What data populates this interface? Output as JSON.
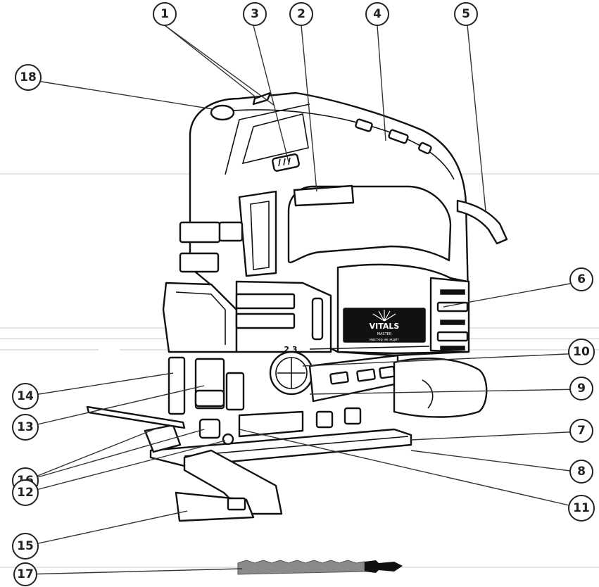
{
  "diagram": {
    "callouts": [
      {
        "id": "c1",
        "label": "1"
      },
      {
        "id": "c2",
        "label": "2"
      },
      {
        "id": "c3",
        "label": "3"
      },
      {
        "id": "c4",
        "label": "4"
      },
      {
        "id": "c5",
        "label": "5"
      },
      {
        "id": "c6",
        "label": "6"
      },
      {
        "id": "c7",
        "label": "7"
      },
      {
        "id": "c8",
        "label": "8"
      },
      {
        "id": "c9",
        "label": "9"
      },
      {
        "id": "c10",
        "label": "10"
      },
      {
        "id": "c11",
        "label": "11"
      },
      {
        "id": "c12",
        "label": "12"
      },
      {
        "id": "c13",
        "label": "13"
      },
      {
        "id": "c14",
        "label": "14"
      },
      {
        "id": "c15",
        "label": "15"
      },
      {
        "id": "c16",
        "label": "16"
      },
      {
        "id": "c17",
        "label": "17"
      },
      {
        "id": "c18",
        "label": "18"
      }
    ],
    "speed_dial_marks": "2 3",
    "brand_badge": {
      "brand": "VITALS",
      "sub": "MASTER",
      "footer": "мастер не ждёт"
    },
    "colors": {
      "ink": "#111111",
      "blade": "#8a8a8a",
      "guide_lines": "#d5d5d5"
    }
  }
}
